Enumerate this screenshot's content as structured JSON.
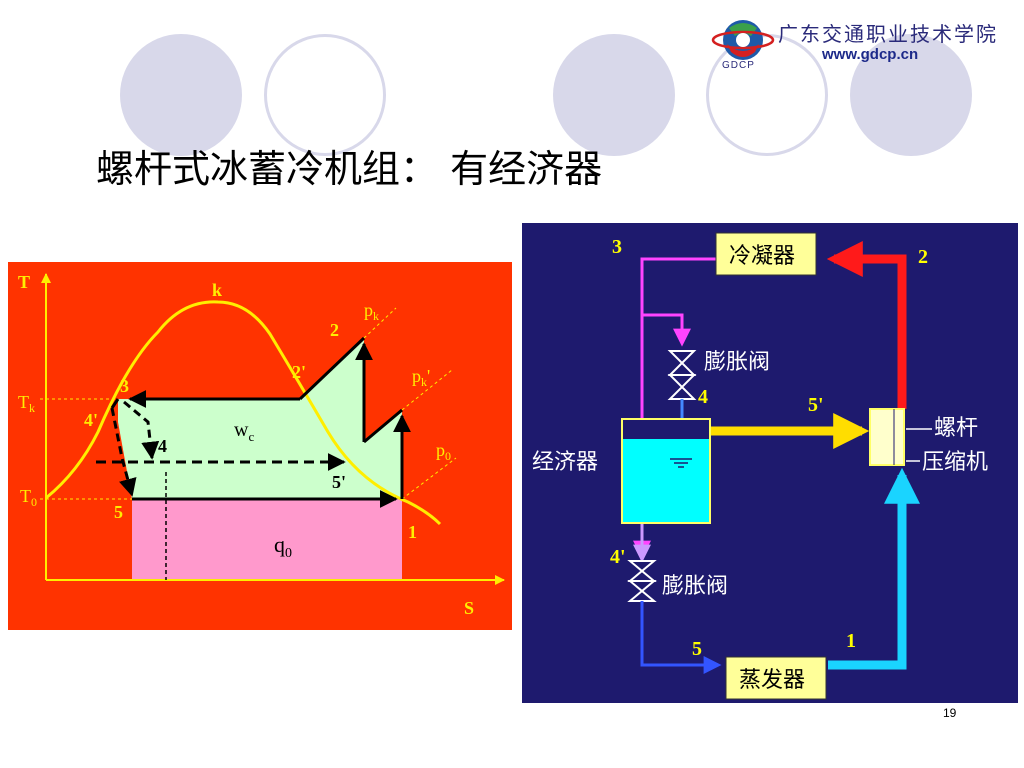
{
  "header": {
    "school_name": "广东交通职业技术学院",
    "school_url": "www.gdcp.cn",
    "logo_abbr": "GDCP"
  },
  "title": "螺杆式冰蓄冷机组： 有经济器",
  "ts_diagram": {
    "axis_t": "T",
    "axis_s": "S",
    "label_k": "k",
    "label_tk": "T",
    "label_tk_sub": "k",
    "label_t0": "T",
    "label_t0_sub": "0",
    "label_pk1": "p",
    "label_pk1_sub": "k",
    "label_pk2": "p",
    "label_pk2_sub": "k",
    "label_pk2_suffix": "'",
    "label_p0": "p",
    "label_p0_sub": "0",
    "label_wc": "w",
    "label_wc_sub": "c",
    "label_q0": "q",
    "label_q0_sub": "0",
    "points": [
      "1",
      "2",
      "2'",
      "3",
      "4'",
      "4",
      "5",
      "5'"
    ],
    "colors": {
      "background": "#ff3300",
      "work_area": "#ccffcc",
      "heat_area": "#ff99cc",
      "dome": "#ffee00"
    }
  },
  "cycle_diagram": {
    "condenser": "冷凝器",
    "expansion_valve_top": "膨胀阀",
    "expansion_valve_bottom": "膨胀阀",
    "economizer": "经济器",
    "compressor_line1": "螺杆",
    "compressor_line2": "压缩机",
    "evaporator": "蒸发器",
    "labels": {
      "p3": "3",
      "p2": "2",
      "p4": "4",
      "p5p": "5'",
      "p4p": "4'",
      "p5": "5",
      "p1": "1"
    },
    "colors": {
      "background": "#1e1a6e",
      "label_box": "#ffff99",
      "text": "#ffff00"
    }
  },
  "page_number": "19"
}
